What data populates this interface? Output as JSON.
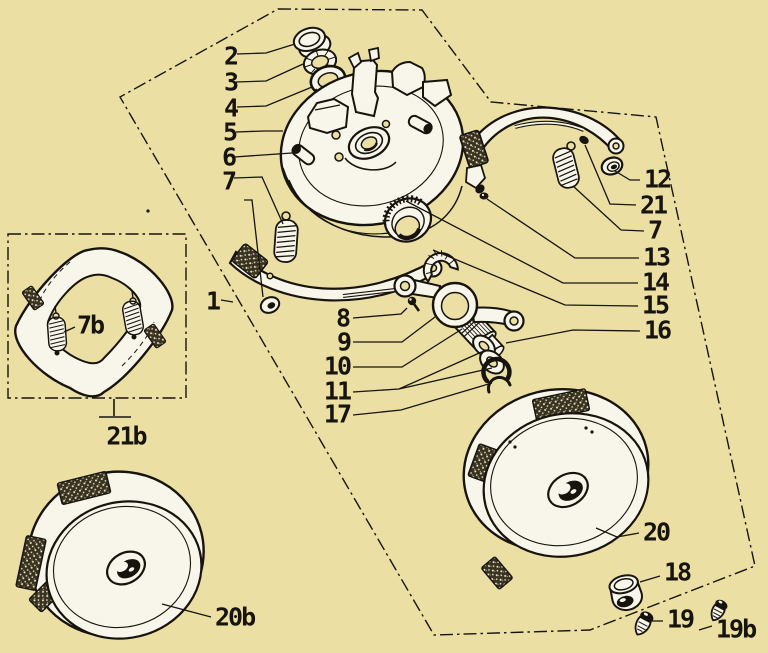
{
  "figure": {
    "kind": "exploded-parts-diagram",
    "subject": "drum-brake-assembly",
    "theme": {
      "paper": "#ebdfa4",
      "ink": "#17140e",
      "part_fill": "#f8f5ea"
    }
  },
  "callouts": [
    {
      "id": "2",
      "text": "2"
    },
    {
      "id": "3",
      "text": "3"
    },
    {
      "id": "4",
      "text": "4"
    },
    {
      "id": "5",
      "text": "5"
    },
    {
      "id": "6",
      "text": "6"
    },
    {
      "id": "7-left",
      "text": "7"
    },
    {
      "id": "1",
      "text": "1"
    },
    {
      "id": "8",
      "text": "8"
    },
    {
      "id": "9",
      "text": "9"
    },
    {
      "id": "10",
      "text": "10"
    },
    {
      "id": "11",
      "text": "11"
    },
    {
      "id": "17",
      "text": "17"
    },
    {
      "id": "12",
      "text": "12"
    },
    {
      "id": "21",
      "text": "21"
    },
    {
      "id": "7-right",
      "text": "7"
    },
    {
      "id": "13",
      "text": "13"
    },
    {
      "id": "14",
      "text": "14"
    },
    {
      "id": "15",
      "text": "15"
    },
    {
      "id": "16",
      "text": "16"
    },
    {
      "id": "7b",
      "text": "7b"
    },
    {
      "id": "21b",
      "text": "21b"
    },
    {
      "id": "20b",
      "text": "20b"
    },
    {
      "id": "20",
      "text": "20"
    },
    {
      "id": "18",
      "text": "18"
    },
    {
      "id": "19",
      "text": "19"
    },
    {
      "id": "19b",
      "text": "19b"
    }
  ]
}
